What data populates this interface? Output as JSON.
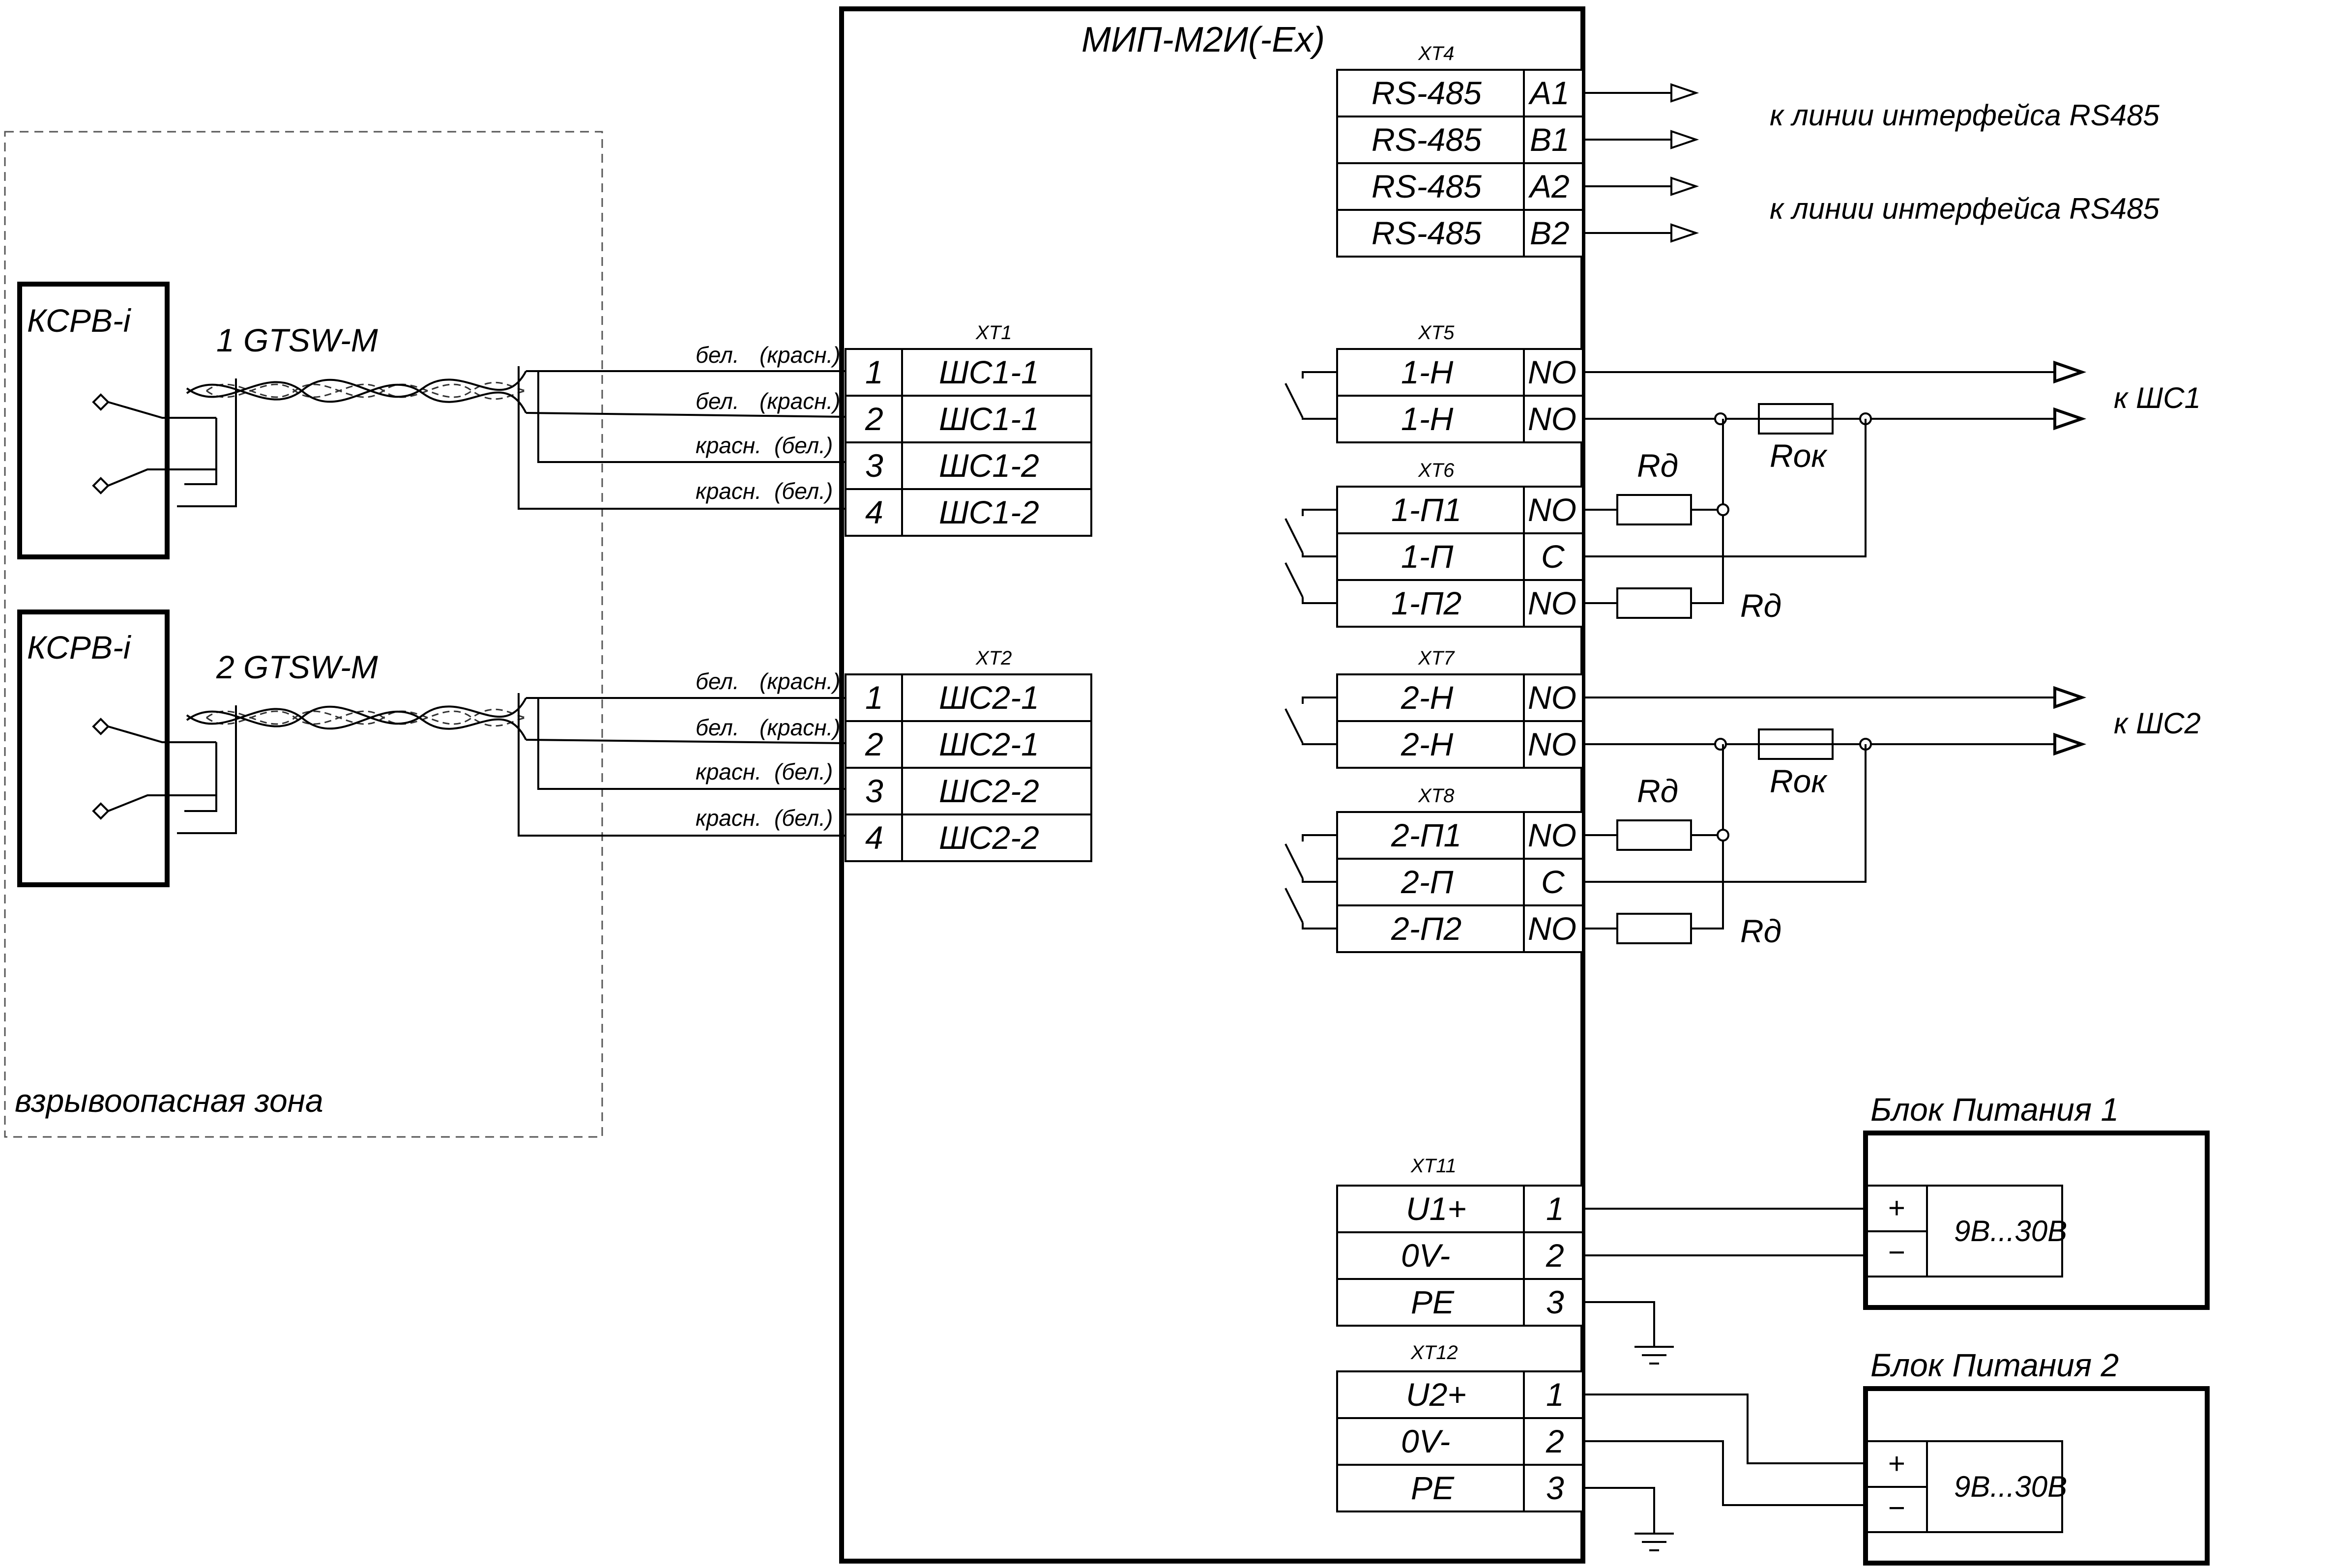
{
  "module": {
    "title": "МИП-М2И(-Ex)"
  },
  "zone": {
    "label": "взрывоопасная зона"
  },
  "sensors": [
    {
      "box": "КСРВ-i",
      "cable": "1  GTSW-M"
    },
    {
      "box": "КСРВ-i",
      "cable": "2  GTSW-M"
    }
  ],
  "xt4": {
    "name": "XT4",
    "rows": [
      {
        "signal": "RS-485",
        "pin": "A1"
      },
      {
        "signal": "RS-485",
        "pin": "B1"
      },
      {
        "signal": "RS-485",
        "pin": "A2"
      },
      {
        "signal": "RS-485",
        "pin": "B2"
      }
    ],
    "dest1": "к линии интерфейса RS485",
    "dest2": "к линии интерфейса RS485"
  },
  "xt1": {
    "name": "XT1",
    "rows": [
      {
        "num": "1",
        "signal": "ШС1-1",
        "wire_a": "бел.",
        "wire_b": "(красн.)"
      },
      {
        "num": "2",
        "signal": "ШС1-1",
        "wire_a": "бел.",
        "wire_b": "(красн.)"
      },
      {
        "num": "3",
        "signal": "ШС1-2",
        "wire_a": "красн.",
        "wire_b": "(бел.)"
      },
      {
        "num": "4",
        "signal": "ШС1-2",
        "wire_a": "красн.",
        "wire_b": "(бел.)"
      }
    ]
  },
  "xt2": {
    "name": "XT2",
    "rows": [
      {
        "num": "1",
        "signal": "ШС2-1",
        "wire_a": "бел.",
        "wire_b": "(красн.)"
      },
      {
        "num": "2",
        "signal": "ШС2-1",
        "wire_a": "бел.",
        "wire_b": "(красн.)"
      },
      {
        "num": "3",
        "signal": "ШС2-2",
        "wire_a": "красн.",
        "wire_b": "(бел.)"
      },
      {
        "num": "4",
        "signal": "ШС2-2",
        "wire_a": "красн.",
        "wire_b": "(бел.)"
      }
    ]
  },
  "xt5": {
    "name": "XT5",
    "rows": [
      {
        "signal": "1-Н",
        "pin": "NO"
      },
      {
        "signal": "1-Н",
        "pin": "NO"
      }
    ],
    "dest": "к ШС1"
  },
  "xt6": {
    "name": "XT6",
    "rows": [
      {
        "signal": "1-П1",
        "pin": "NO"
      },
      {
        "signal": "1-П",
        "pin": "C"
      },
      {
        "signal": "1-П2",
        "pin": "NO"
      }
    ]
  },
  "xt7": {
    "name": "XT7",
    "rows": [
      {
        "signal": "2-Н",
        "pin": "NO"
      },
      {
        "signal": "2-Н",
        "pin": "NO"
      }
    ],
    "dest": "к ШС2"
  },
  "xt8": {
    "name": "XT8",
    "rows": [
      {
        "signal": "2-П1",
        "pin": "NO"
      },
      {
        "signal": "2-П",
        "pin": "C"
      },
      {
        "signal": "2-П2",
        "pin": "NO"
      }
    ]
  },
  "resistors": {
    "rd": "Rд",
    "rok": "Rок"
  },
  "xt11": {
    "name": "XT11",
    "rows": [
      {
        "signal": "U1+",
        "pin": "1"
      },
      {
        "signal": "0V-",
        "pin": "2"
      },
      {
        "signal": "PE",
        "pin": "3"
      }
    ]
  },
  "xt12": {
    "name": "XT12",
    "rows": [
      {
        "signal": "U2+",
        "pin": "1"
      },
      {
        "signal": "0V-",
        "pin": "2"
      },
      {
        "signal": "PE",
        "pin": "3"
      }
    ]
  },
  "power": [
    {
      "title": "Блок  Питания  1",
      "plus": "+",
      "minus": "−",
      "range": "9В...30В"
    },
    {
      "title": "Блок  Питания  2",
      "plus": "+",
      "minus": "−",
      "range": "9В...30В"
    }
  ]
}
